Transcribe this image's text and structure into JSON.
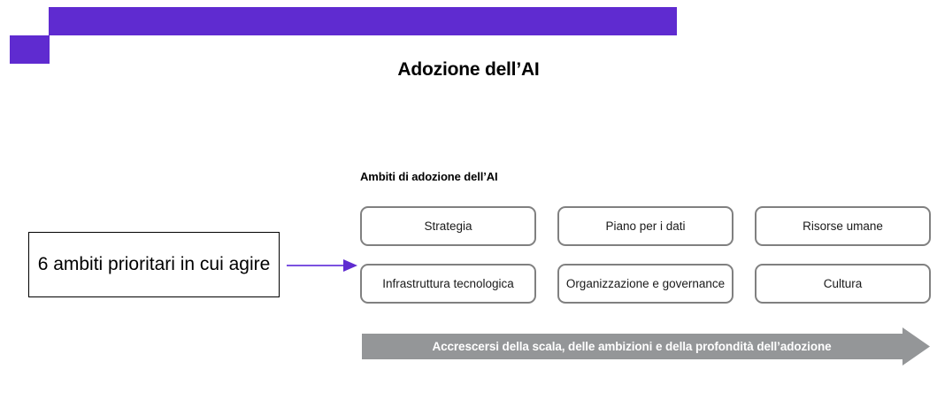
{
  "slide": {
    "title": "Adozione dell’AI",
    "accent_color": "#5f2bd0",
    "arrow_band_color": "#949698",
    "box_border_color": "#808080"
  },
  "callout": {
    "text": "6 ambiti prioritari in cui agire"
  },
  "connector": {
    "icon": "right-arrow-icon",
    "color": "#7b52e0"
  },
  "section": {
    "label": "Ambiti di adozione dell’AI",
    "boxes": [
      {
        "label": "Strategia"
      },
      {
        "label": "Piano per i dati"
      },
      {
        "label": "Risorse umane"
      },
      {
        "label": "Infrastruttura tecnologica"
      },
      {
        "label": "Organizzazione e governance"
      },
      {
        "label": "Cultura"
      }
    ]
  },
  "progression": {
    "label": "Accrescersi della scala, delle ambizioni e della profondità dell’adozione",
    "icon": "right-arrow-banner-icon"
  }
}
